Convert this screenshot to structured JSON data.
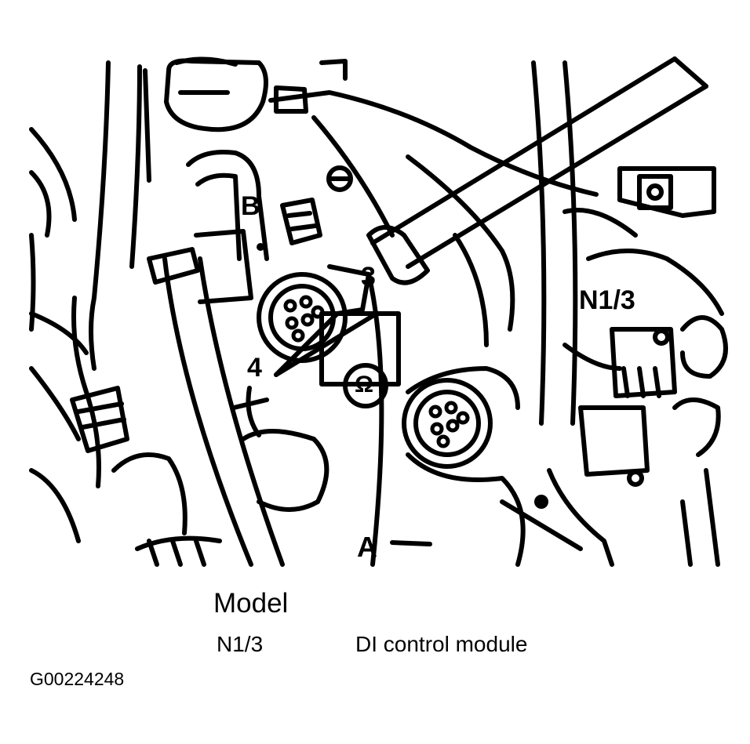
{
  "figure": {
    "callouts": {
      "a": "A",
      "b": "B",
      "n13": "N1/3",
      "pin3": "3",
      "pin4": "4",
      "ohm": "Ω"
    }
  },
  "caption": {
    "title": "Model",
    "legend": [
      {
        "code": "N1/3",
        "description": "DI control module"
      }
    ]
  },
  "figure_id": "G00224248"
}
